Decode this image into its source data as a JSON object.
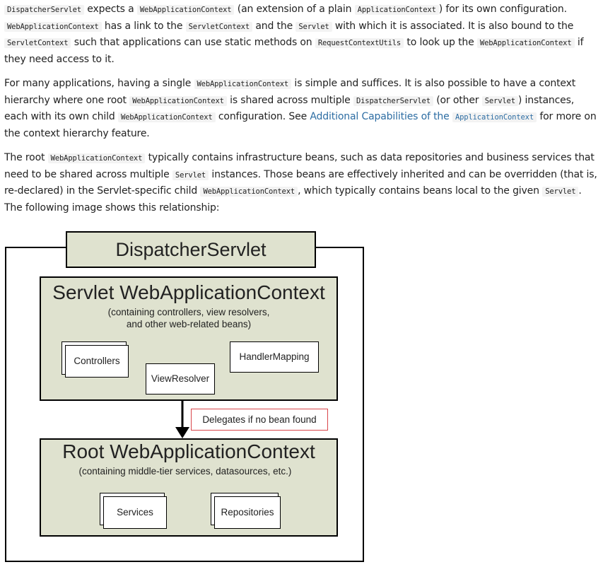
{
  "text": {
    "dispatcher_servlet": "DispatcherServlet",
    "web_application_context": "WebApplicationContext",
    "application_context": "ApplicationContext",
    "servlet_context": "ServletContext",
    "servlet": "Servlet",
    "request_context_utils": "RequestContextUtils",
    "p1_a": "expects a",
    "p1_b": "(an extension of a plain",
    "p1_c": ") for its own configuration.",
    "p1_d": "has a link to the",
    "p1_e": "and the",
    "p1_f": "with which it is associated. It is also bound to the",
    "p1_g": "such that applications can use static methods on",
    "p1_h": "to look up the",
    "p1_i": "if they need access to it.",
    "p2_a": "For many applications, having a single",
    "p2_b": "is simple and suffices. It is also possible to have a context hierarchy where one root",
    "p2_c": "is shared across multiple",
    "p2_d": "(or other",
    "p2_e": ") instances, each with its own child",
    "p2_f": "configuration. See",
    "p2_link": "Additional Capabilities of the",
    "p2_g": "for more on the context hierarchy feature.",
    "p3_a": "The root",
    "p3_b": "typically contains infrastructure beans, such as data repositories and business services that need to be shared across multiple",
    "p3_c": "instances. Those beans are effectively inherited and can be overridden (that is, re-declared) in the Servlet-specific child",
    "p3_d": ", which typically contains beans local to the given",
    "p3_e": ". The following image shows this relationship:"
  },
  "diagram": {
    "dispatcher_label": "DispatcherServlet",
    "servlet_ctx_title": "Servlet WebApplicationContext",
    "servlet_ctx_sub1": "(containing controllers, view resolvers,",
    "servlet_ctx_sub2": "and other web-related beans)",
    "controllers": "Controllers",
    "view_resolver": "ViewResolver",
    "handler_mapping": "HandlerMapping",
    "delegates": "Delegates if no bean found",
    "root_ctx_title": "Root WebApplicationContext",
    "root_ctx_sub": "(containing middle-tier services, datasources, etc.)",
    "services": "Services",
    "repositories": "Repositories"
  }
}
